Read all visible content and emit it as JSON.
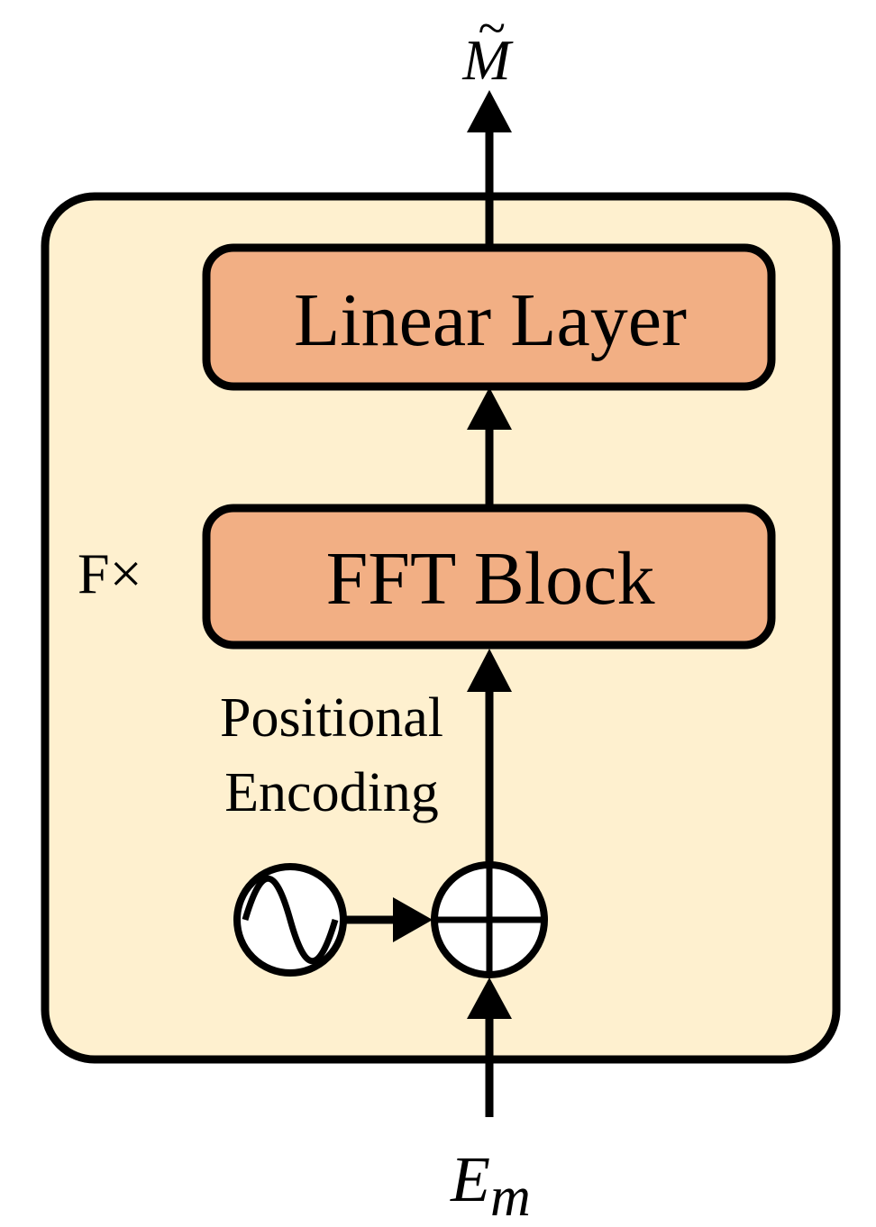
{
  "output_label": {
    "symbol": "M",
    "accent": "~"
  },
  "input_label": {
    "symbol": "E",
    "subscript": "m"
  },
  "repeat_label": "F×",
  "linear_layer": {
    "label": "Linear Layer"
  },
  "fft_block": {
    "label": "FFT Block"
  },
  "positional_encoding": {
    "line1": "Positional",
    "line2": "Encoding",
    "icon": "sine-wave-icon"
  },
  "adder": {
    "icon": "circled-plus-icon"
  },
  "colors": {
    "outer_fill": "#FEF0CF",
    "block_fill": "#F2AF84",
    "stroke": "#000000",
    "circle_fill": "#FFFFFF"
  }
}
